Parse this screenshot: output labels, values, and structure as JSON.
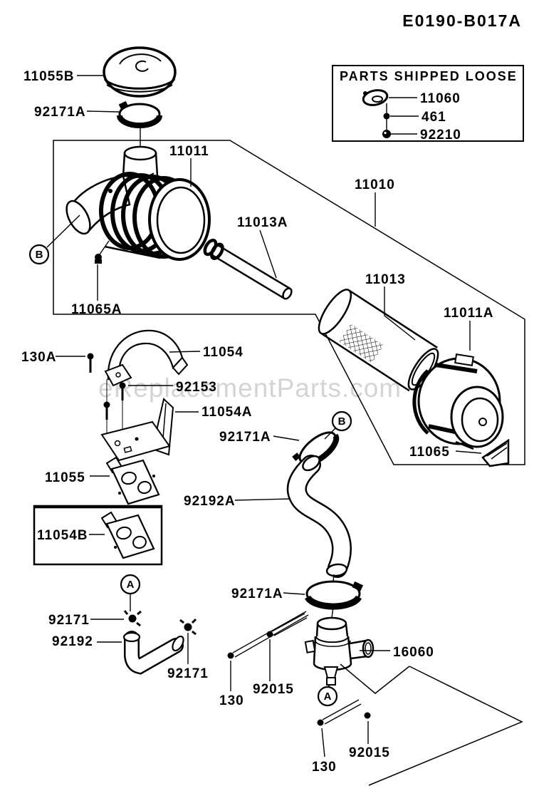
{
  "title": "E0190-B017A",
  "watermark": "eReplacementParts.com",
  "parts_shipped_loose": {
    "title": "PARTS SHIPPED LOOSE",
    "items": [
      {
        "id": "11060",
        "icon": "gasket-icon"
      },
      {
        "id": "461",
        "icon": "washer-icon"
      },
      {
        "id": "92210",
        "icon": "nut-icon"
      }
    ]
  },
  "callouts": {
    "a": "A",
    "b": "B"
  },
  "labels": {
    "p11055b": "11055B",
    "p92171a_top": "92171A",
    "p11011": "11011",
    "p11013a": "11013A",
    "p11010": "11010",
    "p11013": "11013",
    "p11011a": "11011A",
    "p11065a": "11065A",
    "p11065": "11065",
    "p130a": "130A",
    "p11054": "11054",
    "p92153": "92153",
    "p11054a": "11054A",
    "p92171a_mid": "92171A",
    "p92192a": "92192A",
    "p11055": "11055",
    "p11054b": "11054B",
    "p92171_left": "92171",
    "p92192": "92192",
    "p92171_right": "92171",
    "p92171a_bottom": "92171A",
    "p16060": "16060",
    "p130_upper": "130",
    "p92015_upper": "92015",
    "p130_lower": "130",
    "p92015_lower": "92015"
  }
}
